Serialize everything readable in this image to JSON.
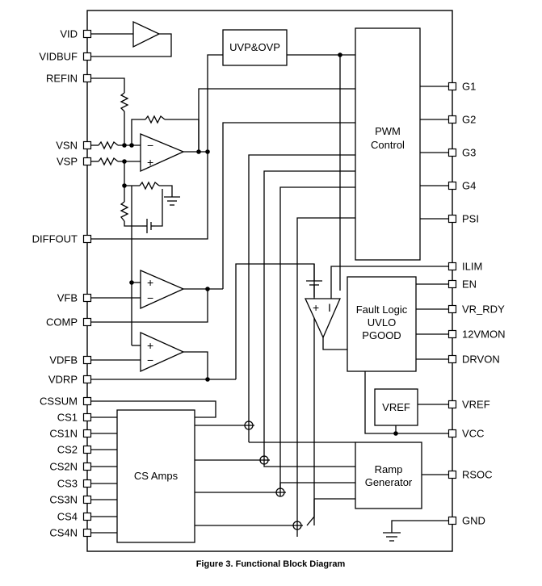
{
  "left_pins": [
    "VID",
    "VIDBUF",
    "REFIN",
    "VSN",
    "VSP",
    "DIFFOUT",
    "VFB",
    "COMP",
    "VDFB",
    "VDRP",
    "CSSUM",
    "CS1",
    "CS1N",
    "CS2",
    "CS2N",
    "CS3",
    "CS3N",
    "CS4",
    "CS4N"
  ],
  "right_pins": [
    "G1",
    "G2",
    "G3",
    "G4",
    "PSI",
    "ILIM",
    "EN",
    "VR_RDY",
    "12VMON",
    "DRVON",
    "VREF",
    "VCC",
    "RSOC",
    "GND"
  ],
  "blocks": {
    "uvp_ovp": "UVP&OVP",
    "pwm_line1": "PWM",
    "pwm_line2": "Control",
    "fault_line1": "Fault Logic",
    "fault_line2": "UVLO",
    "fault_line3": "PGOOD",
    "vref": "VREF",
    "cs_amps": "CS Amps",
    "ramp_line1": "Ramp",
    "ramp_line2": "Generator"
  },
  "symbols": {
    "minus": "−",
    "plus": "+",
    "current": "I"
  },
  "caption": "Figure 3. Functional Block Diagram"
}
